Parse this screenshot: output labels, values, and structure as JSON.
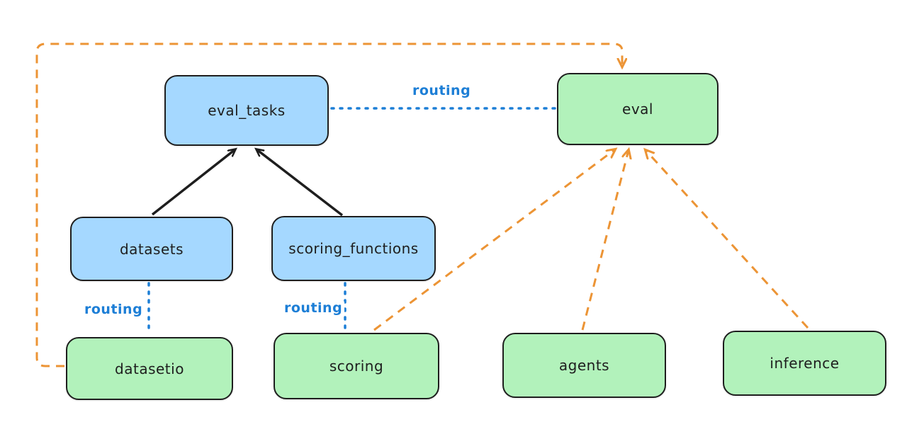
{
  "diagram": {
    "nodes": [
      {
        "id": "eval_tasks",
        "label": "eval_tasks",
        "type": "api"
      },
      {
        "id": "eval",
        "label": "eval",
        "type": "provider"
      },
      {
        "id": "datasets",
        "label": "datasets",
        "type": "api"
      },
      {
        "id": "scoring_functions",
        "label": "scoring_functions",
        "type": "api"
      },
      {
        "id": "datasetio",
        "label": "datasetio",
        "type": "provider"
      },
      {
        "id": "scoring",
        "label": "scoring",
        "type": "provider"
      },
      {
        "id": "agents",
        "label": "agents",
        "type": "provider"
      },
      {
        "id": "inference",
        "label": "inference",
        "type": "provider"
      }
    ],
    "edges": [
      {
        "from": "datasets",
        "to": "eval_tasks",
        "style": "solid-arrow",
        "color": "dark"
      },
      {
        "from": "scoring_functions",
        "to": "eval_tasks",
        "style": "solid-arrow",
        "color": "dark"
      },
      {
        "from": "eval_tasks",
        "to": "eval",
        "style": "dotted",
        "color": "blue",
        "label": "routing"
      },
      {
        "from": "datasets",
        "to": "datasetio",
        "style": "dotted",
        "color": "blue",
        "label": "routing"
      },
      {
        "from": "scoring_functions",
        "to": "scoring",
        "style": "dotted",
        "color": "blue",
        "label": "routing"
      },
      {
        "from": "datasetio",
        "to": "eval",
        "style": "dashed-arrow",
        "color": "orange"
      },
      {
        "from": "scoring",
        "to": "eval",
        "style": "dashed-arrow",
        "color": "orange"
      },
      {
        "from": "agents",
        "to": "eval",
        "style": "dashed-arrow",
        "color": "orange"
      },
      {
        "from": "inference",
        "to": "eval",
        "style": "dashed-arrow",
        "color": "orange"
      }
    ],
    "labels": {
      "routing": "routing"
    }
  },
  "colors": {
    "canvas_bg": "#ffffff",
    "api_fill": "#a5d8ff",
    "provider_fill": "#b2f2bb",
    "stroke_dark": "#1e1e1e",
    "routing_blue": "#1c7ed6",
    "orange": "#ec9435"
  }
}
